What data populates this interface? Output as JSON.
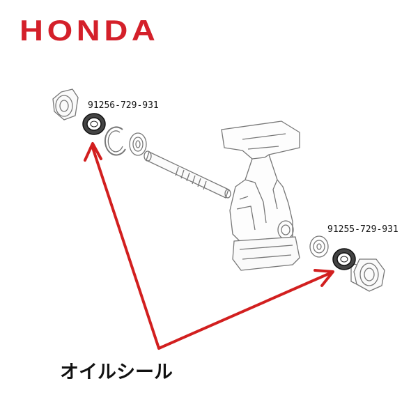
{
  "brand": {
    "logo_text": "HONDA",
    "color": "#d4202a"
  },
  "parts": [
    {
      "part_number": "91256-729-931"
    },
    {
      "part_number": "91255-729-931"
    }
  ],
  "caption": "オイルシール",
  "colors": {
    "arrow": "#d21f1f",
    "line_art": "#777777",
    "seal": "#222222"
  }
}
